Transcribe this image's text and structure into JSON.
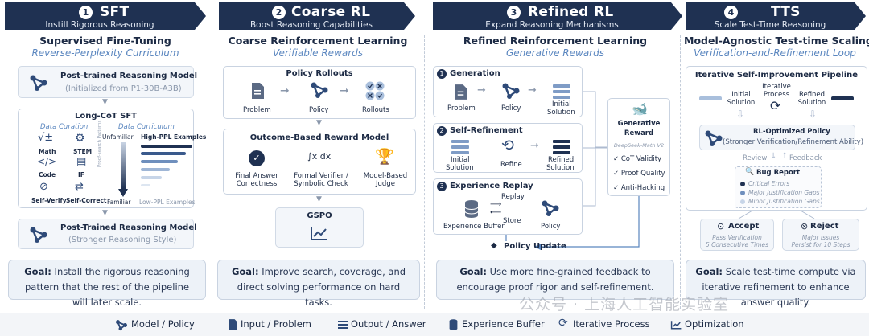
{
  "stages": [
    {
      "num": "1",
      "title": "SFT",
      "subtitle": "Instill Rigorous Reasoning"
    },
    {
      "num": "2",
      "title": "Coarse RL",
      "subtitle": "Boost Reasoning Capabilities"
    },
    {
      "num": "3",
      "title": "Refined RL",
      "subtitle": "Expand Reasoning Mechanisms"
    },
    {
      "num": "4",
      "title": "TTS",
      "subtitle": "Scale Test-Time Reasoning"
    }
  ],
  "sft": {
    "title": "Supervised Fine-Tuning",
    "subtitle": "Reverse-Perplexity Curriculum",
    "top_model": "Post-trained Reasoning Model",
    "top_model_sub": "(Initialized from P1-30B-A3B)",
    "longcot": "Long-CoT SFT",
    "data_curation": "Data Curation",
    "data_curriculum": "Data Curriculum",
    "curation_items": [
      "Math",
      "STEM",
      "Code",
      "IF",
      "Self-Verify",
      "Self-Correct"
    ],
    "unfamiliar": "Unfamiliar",
    "familiar": "Familiar",
    "high_ppl": "High-PPL Examples",
    "low_ppl": "Low-PPL Examples",
    "axis_label": "Proof-search Patterns",
    "bottom_model": "Post-Trained Reasoning Model",
    "bottom_model_sub": "(Stronger Reasoning Style)",
    "goal_label": "Goal:",
    "goal_text": "Install the rigorous reasoning pattern that the rest of the pipeline will later scale."
  },
  "coarse": {
    "title": "Coarse Reinforcement Learning",
    "subtitle": "Verifiable Rewards",
    "rollouts_title": "Policy Rollouts",
    "rollout_items": [
      "Problem",
      "Policy",
      "Rollouts"
    ],
    "orm_title": "Outcome-Based Reward Model",
    "orm_items": [
      "Final Answer Correctness",
      "Formal Verifier / Symbolic Check",
      "Model-Based Judge"
    ],
    "orm_items_l1": [
      "Final Answer",
      "Formal Verifier /",
      "Model-Based"
    ],
    "orm_items_l2": [
      "Correctness",
      "Symbolic Check",
      "Judge"
    ],
    "integral": "∫x dx",
    "gspo": "GSPO",
    "goal_label": "Goal:",
    "goal_text": "Improve search, coverage, and direct solving performance on hard tasks."
  },
  "refined": {
    "title": "Refined Reinforcement Learning",
    "subtitle": "Generative Rewards",
    "gen_title": "Generation",
    "gen_items": [
      "Problem",
      "Policy",
      "Initial",
      "Solution"
    ],
    "selfref_title": "Self-Refinement",
    "selfref_items": [
      "Initial",
      "Solution",
      "Refine",
      "Refined",
      "Solution"
    ],
    "replay_title": "Experience Replay",
    "replay_label": "Replay",
    "store_label": "Store",
    "buffer_label": "Experience Buffer",
    "policy_label": "Policy",
    "policy_update": "Policy Update",
    "gen_reward_l1": "Generative",
    "gen_reward_l2": "Reward",
    "gen_reward_model": "DeepSeek-Math V2",
    "checks": [
      "✓ CoT Validity",
      "✓ Proof Quality",
      "✓ Anti-Hacking"
    ],
    "goal_label": "Goal:",
    "goal_text": "Use more fine-grained feedback to encourage proof rigor and self-refinement."
  },
  "tts": {
    "title": "Model-Agnostic Test-time Scaling",
    "subtitle": "Verification-and-Refinement Loop",
    "pipeline_title": "Iterative Self-Improvement Pipeline",
    "initial": [
      "Initial",
      "Solution"
    ],
    "iterative": [
      "Iterative",
      "Process"
    ],
    "refined": [
      "Refined",
      "Solution"
    ],
    "rl_policy": "RL-Optimized Policy",
    "rl_policy_sub": "(Stronger Verification/Refinement Ability)",
    "review": "Review",
    "feedback": "Feedback",
    "bug_report": "Bug Report",
    "bugs": [
      "Critical Errors",
      "Major Justification Gaps",
      "Minor Justification Gaps"
    ],
    "accept": "Accept",
    "accept_sub": [
      "Pass Verification",
      "5 Consecutive Times"
    ],
    "reject": "Reject",
    "reject_sub": [
      "Major Issues",
      "Persist for 10 Steps"
    ],
    "goal_label": "Goal:",
    "goal_text": "Scale test-time compute via iterative refinement to enhance answer quality."
  },
  "watermark": "公众号 · 上海人工智能实验室",
  "legend": [
    "Model / Policy",
    "Input / Problem",
    "Output / Answer",
    "Experience Buffer",
    "Iterative Process",
    "Optimization"
  ],
  "colors": {
    "navy": "#1f3152",
    "accent": "#5a86bf",
    "light": "#edf2f8"
  }
}
